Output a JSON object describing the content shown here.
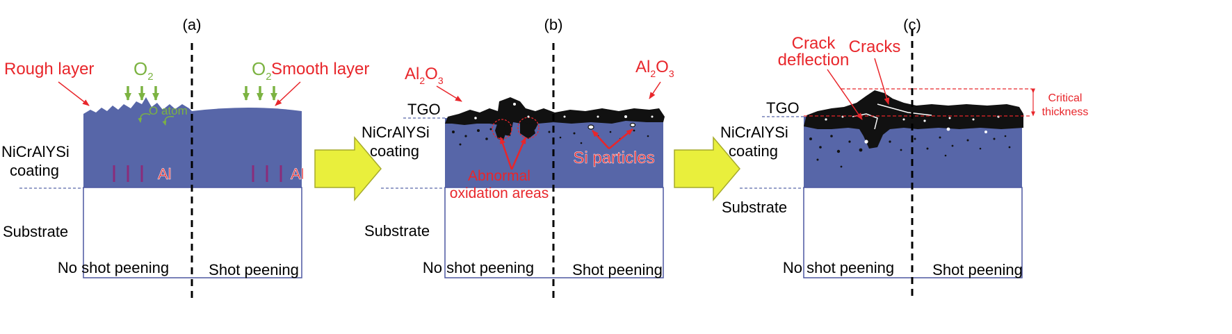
{
  "colors": {
    "coating": "#5766a8",
    "tgo": "#111111",
    "red": "#e8262b",
    "green": "#7cb342",
    "arrow_fill": "#e9ef3c",
    "arrow_stroke": "#a6aa2c",
    "dashed_blue": "#5766a8",
    "al_bars": "#8a2c7a"
  },
  "panels": {
    "a": {
      "label": "(a)",
      "left_caption": "No shot peening",
      "right_caption": "Shot peening",
      "rough_layer": "Rough layer",
      "smooth_layer": "Smooth layer",
      "o2_left": {
        "main": "O",
        "sub": "2"
      },
      "o2_right": {
        "main": "O",
        "sub": "2"
      },
      "o_atom": "O atom",
      "coating_line1": "NiCrAlYSi",
      "coating_line2": "coating",
      "al_left": "Al",
      "al_right": "Al",
      "substrate": "Substrate"
    },
    "b": {
      "label": "(b)",
      "left_caption": "No shot peening",
      "right_caption": "Shot peening",
      "al2o3_left": {
        "a": "Al",
        "s1": "2",
        "b": "O",
        "s2": "3"
      },
      "al2o3_right": {
        "a": "Al",
        "s1": "2",
        "b": "O",
        "s2": "3"
      },
      "tgo": "TGO",
      "coating_line1": "NiCrAlYSi",
      "coating_line2": "coating",
      "substrate": "Substrate",
      "abnormal_line1": "Abnormal",
      "abnormal_line2": "oxidation areas",
      "si_particles": "Si particles"
    },
    "c": {
      "label": "(c)",
      "left_caption": "No shot peening",
      "right_caption": "Shot peening",
      "crack_line1": "Crack",
      "crack_line2": "deflection",
      "cracks": "Cracks",
      "tgo": "TGO",
      "coating_line1": "NiCrAlYSi",
      "coating_line2": "coating",
      "substrate": "Substrate",
      "critical_line1": "Critical",
      "critical_line2": "thickness"
    }
  }
}
